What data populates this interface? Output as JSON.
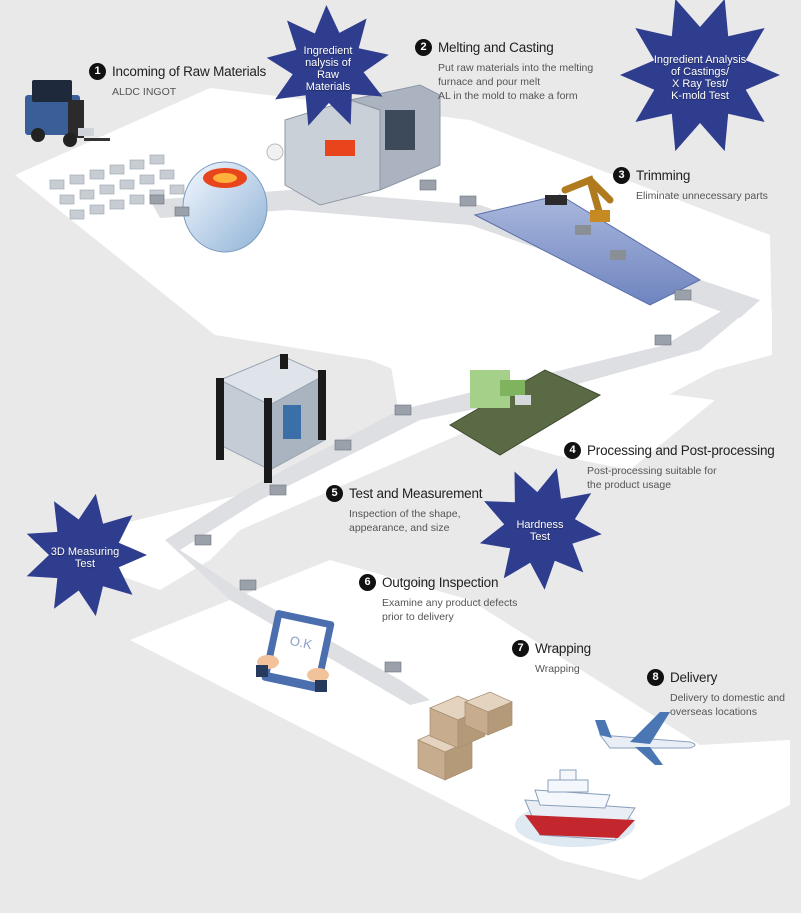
{
  "steps": [
    {
      "num": "1",
      "title": "Incoming of Raw Materials",
      "desc": "ALDC INGOT"
    },
    {
      "num": "2",
      "title": "Melting and Casting",
      "desc": "Put raw materials into the melting\nfurnace and pour melt\nAL in the mold to make a form"
    },
    {
      "num": "3",
      "title": "Trimming",
      "desc": "Eliminate unnecessary parts"
    },
    {
      "num": "4",
      "title": "Processing and Post-processing",
      "desc": "Post-processing suitable for\nthe product usage"
    },
    {
      "num": "5",
      "title": "Test and Measurement",
      "desc": "Inspection of the shape,\nappearance, and size"
    },
    {
      "num": "6",
      "title": "Outgoing Inspection",
      "desc": "Examine any product defects\nprior to delivery"
    },
    {
      "num": "7",
      "title": "Wrapping",
      "desc": "Wrapping"
    },
    {
      "num": "8",
      "title": "Delivery",
      "desc": "Delivery to domestic and\noverseas locations"
    }
  ],
  "stars": [
    {
      "label": "Ingredient\nnalysis of\nRaw\nMaterials"
    },
    {
      "label": "Ingredient Analysis\nof Castings/\nX Ray Test/\nK-mold Test"
    },
    {
      "label": "Hardness\nTest"
    },
    {
      "label": "3D Measuring\nTest"
    }
  ],
  "clipboard": {
    "text": "O.K"
  },
  "colors": {
    "star": "#2f3d8f",
    "badge": "#111111",
    "path": "#ffffff",
    "background": "#e9e9ea",
    "molten": "#e8451c"
  }
}
